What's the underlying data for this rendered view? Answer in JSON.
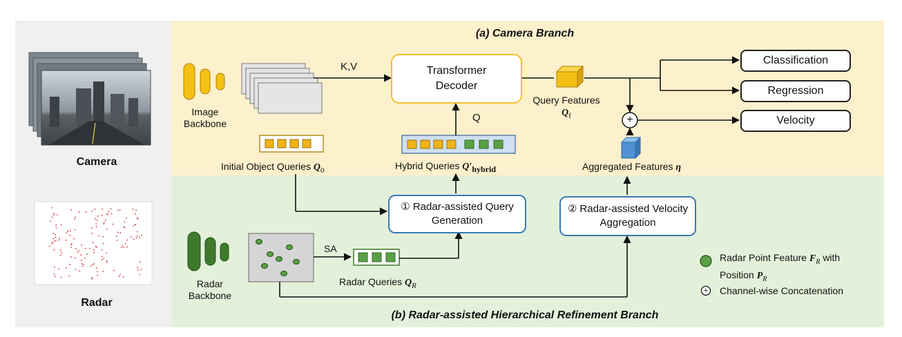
{
  "camera_branch": {
    "title": "(a) Camera Branch",
    "image_backbone_label_line1": "Image",
    "image_backbone_label_line2": "Backbone",
    "kv_label": "K,V",
    "transformer_decoder_line1": "Transformer",
    "transformer_decoder_line2": "Decoder",
    "q_label": "Q",
    "query_features_label": "Query Features",
    "query_features_symbol": "Q",
    "query_features_sub": "f",
    "initial_queries_label": "Initial Object Queries",
    "initial_queries_symbol": "Q",
    "initial_queries_sub": "0",
    "hybrid_queries_label": "Hybrid Queries",
    "hybrid_queries_symbol": "Q′",
    "hybrid_queries_sub": "hybrid",
    "aggregated_label": "Aggregated Features",
    "aggregated_symbol": "η",
    "concat_symbol": "+",
    "heads": [
      "Classification",
      "Regression",
      "Velocity"
    ]
  },
  "radar_branch": {
    "title": "(b) Radar-assisted Hierarchical Refinement Branch",
    "radar_backbone_line1": "Radar",
    "radar_backbone_line2": "Backbone",
    "sa_label": "SA",
    "radar_queries_label": "Radar Queries",
    "radar_queries_symbol": "Q",
    "radar_queries_sub": "R",
    "query_gen_line1": "① Radar-assisted Query",
    "query_gen_line2": "Generation",
    "velocity_agg_line1": "② Radar-assisted Velocity",
    "velocity_agg_line2": "Aggregation"
  },
  "inputs": {
    "camera_label": "Camera",
    "radar_label": "Radar"
  },
  "legend": {
    "radar_point_line1": "Radar Point Feature",
    "radar_point_symbol1": "F",
    "radar_point_sub1": "R",
    "radar_point_suffix": "with",
    "radar_point_line2": "Position",
    "radar_point_symbol2": "P",
    "radar_point_sub2": "R",
    "concat_text": "Channel-wise Concatenation",
    "concat_symbol": "+"
  },
  "colors": {
    "camera_bg": "#fdf0cc",
    "radar_bg": "#e3f1da",
    "input_bg": "#f0f0f0",
    "yellow_query": "#f2b318",
    "green_query": "#5aa046",
    "blue_border": "#3b79b5",
    "yellow_border": "#f2c12e",
    "cube_yellow": "#f5c016",
    "cube_blue": "#4f91d2",
    "radar_dot": "#d23c3c",
    "backbone_dark_green": "#3f7a2c"
  }
}
